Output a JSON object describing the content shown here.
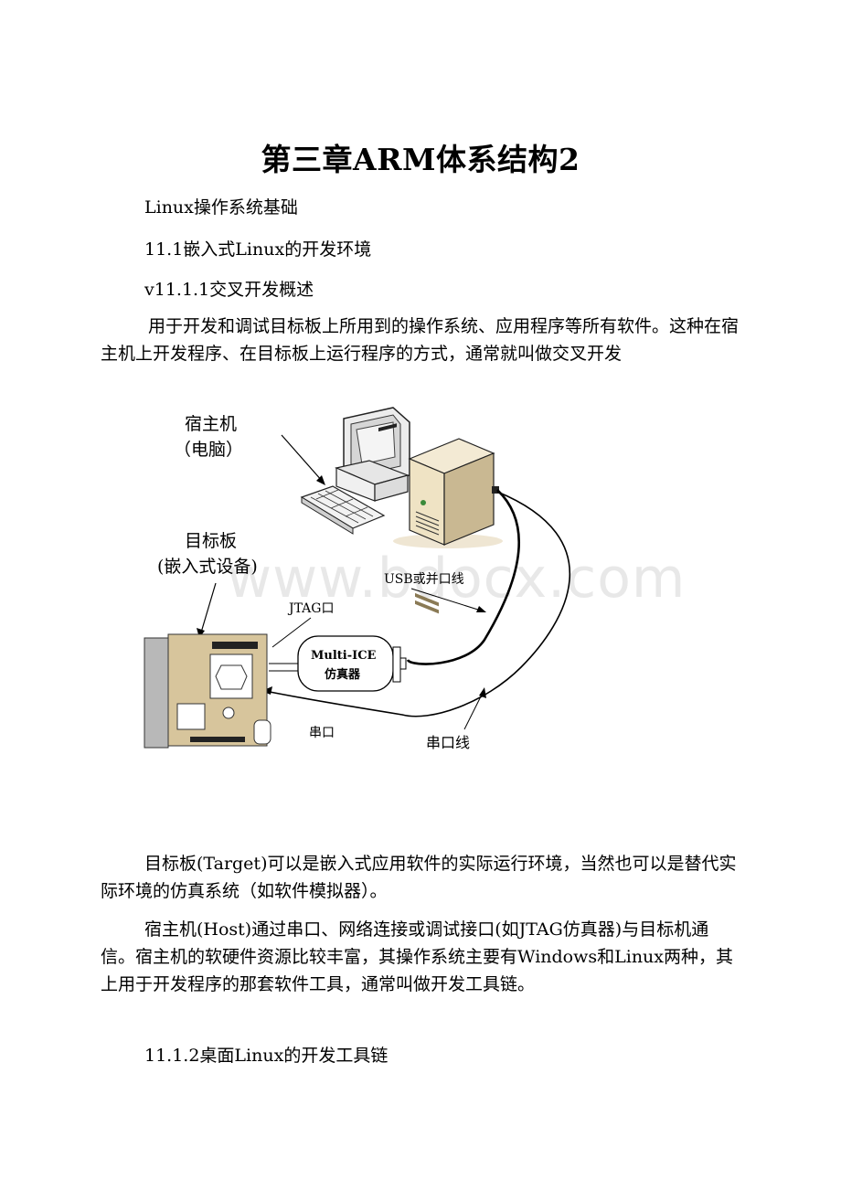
{
  "title": "第三章ARM体系结构2",
  "lines": {
    "l1": "Linux操作系统基础",
    "l2": "11.1嵌入式Linux的开发环境",
    "l3": "v11.1.1交叉开发概述",
    "l4": "11.1.2桌面Linux的开发工具链"
  },
  "para1": "用于开发和调试目标板上所用到的操作系统、应用程序等所有软件。这种在宿主机上开发程序、在目标板上运行程序的方式，通常就叫做交叉开发",
  "para2": "目标板(Target)可以是嵌入式应用软件的实际运行环境，当然也可以是替代实际环境的仿真系统（如软件模拟器）。",
  "para3": "宿主机(Host)通过串口、网络连接或调试接口(如JTAG仿真器)与目标机通信。宿主机的软硬件资源比较丰富，其操作系统主要有Windows和Linux两种，其上用于开发程序的那套软件工具，通常叫做开发工具链。",
  "figure": {
    "host_label_1": "宿主机",
    "host_label_2": "（电脑）",
    "target_label_1": "目标板",
    "target_label_2": "(嵌入式设备)",
    "usb_label": "USB或并口线",
    "jtag_label": "JTAG口",
    "ice_label_1": "Multi-ICE",
    "ice_label_2": "仿真器",
    "serial_port_label": "串口",
    "serial_cable_label": "串口线"
  },
  "watermark": "www.bdocx.com"
}
